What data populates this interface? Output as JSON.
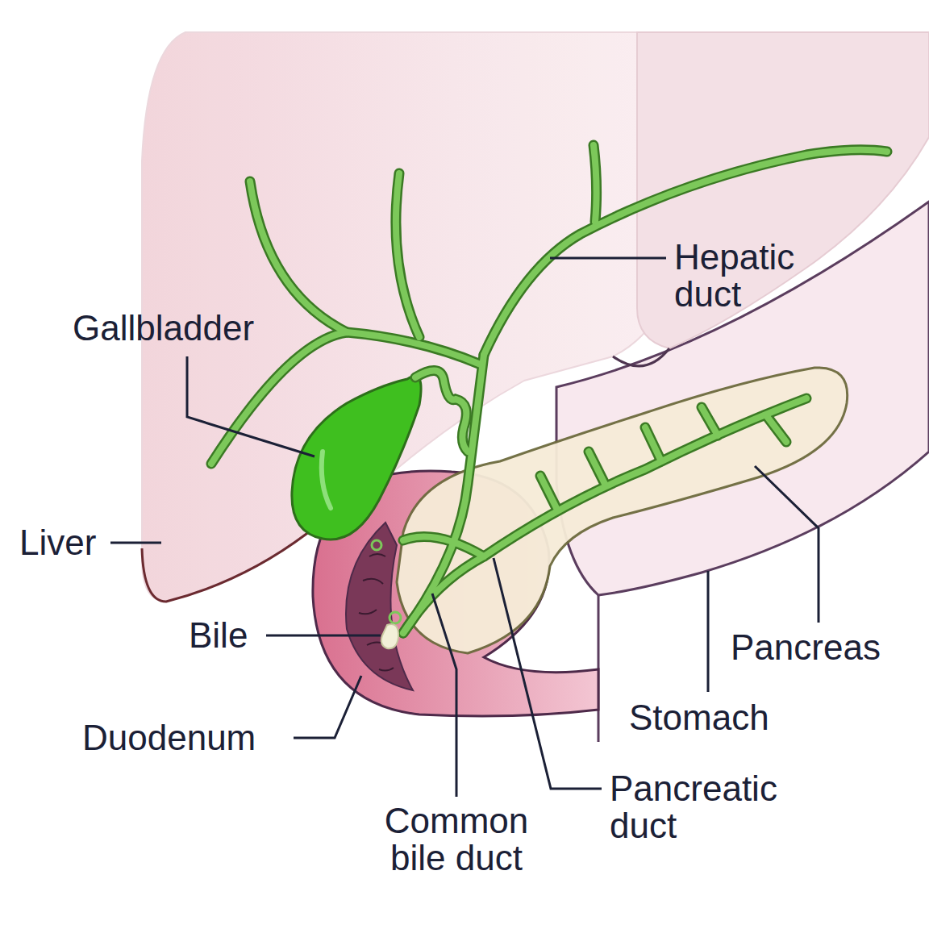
{
  "diagram": {
    "labels": [
      "Hepatic duct",
      "Gallbladder",
      "Liver",
      "Bile",
      "Pancreas",
      "Stomach",
      "Duodenum",
      "Pancreatic duct",
      "Common bile duct"
    ]
  }
}
